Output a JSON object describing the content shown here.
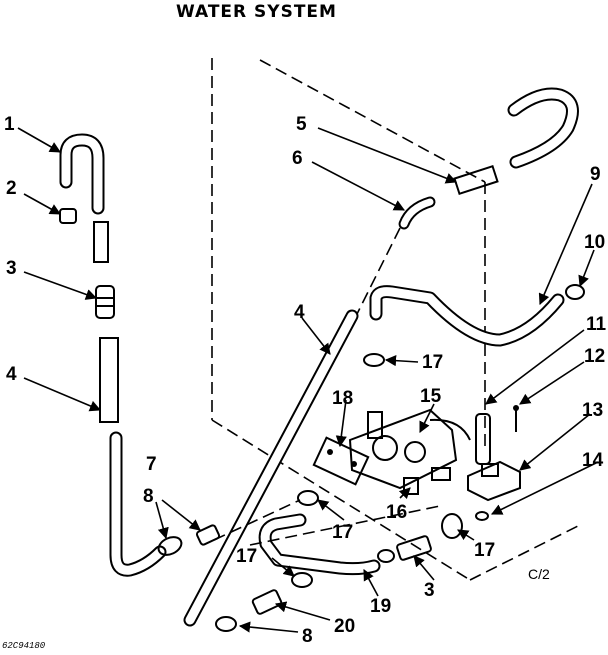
{
  "diagram": {
    "title": "WATER SYSTEM",
    "model_code": "C/2",
    "footer_code": "62C94180",
    "callouts": [
      {
        "id": "c1",
        "label": "1"
      },
      {
        "id": "c2",
        "label": "2"
      },
      {
        "id": "c3a",
        "label": "3"
      },
      {
        "id": "c4a",
        "label": "4"
      },
      {
        "id": "c5",
        "label": "5"
      },
      {
        "id": "c6",
        "label": "6"
      },
      {
        "id": "c4b",
        "label": "4"
      },
      {
        "id": "c7",
        "label": "7"
      },
      {
        "id": "c8a",
        "label": "8"
      },
      {
        "id": "c9",
        "label": "9"
      },
      {
        "id": "c10",
        "label": "10"
      },
      {
        "id": "c11",
        "label": "11"
      },
      {
        "id": "c12",
        "label": "12"
      },
      {
        "id": "c13",
        "label": "13"
      },
      {
        "id": "c14",
        "label": "14"
      },
      {
        "id": "c15",
        "label": "15"
      },
      {
        "id": "c16",
        "label": "16"
      },
      {
        "id": "c17a",
        "label": "17"
      },
      {
        "id": "c17b",
        "label": "17"
      },
      {
        "id": "c17c",
        "label": "17"
      },
      {
        "id": "c17d",
        "label": "17"
      },
      {
        "id": "c18",
        "label": "18"
      },
      {
        "id": "c19",
        "label": "19"
      },
      {
        "id": "c20",
        "label": "20"
      },
      {
        "id": "c8b",
        "label": "8"
      },
      {
        "id": "c3b",
        "label": "3"
      }
    ]
  }
}
